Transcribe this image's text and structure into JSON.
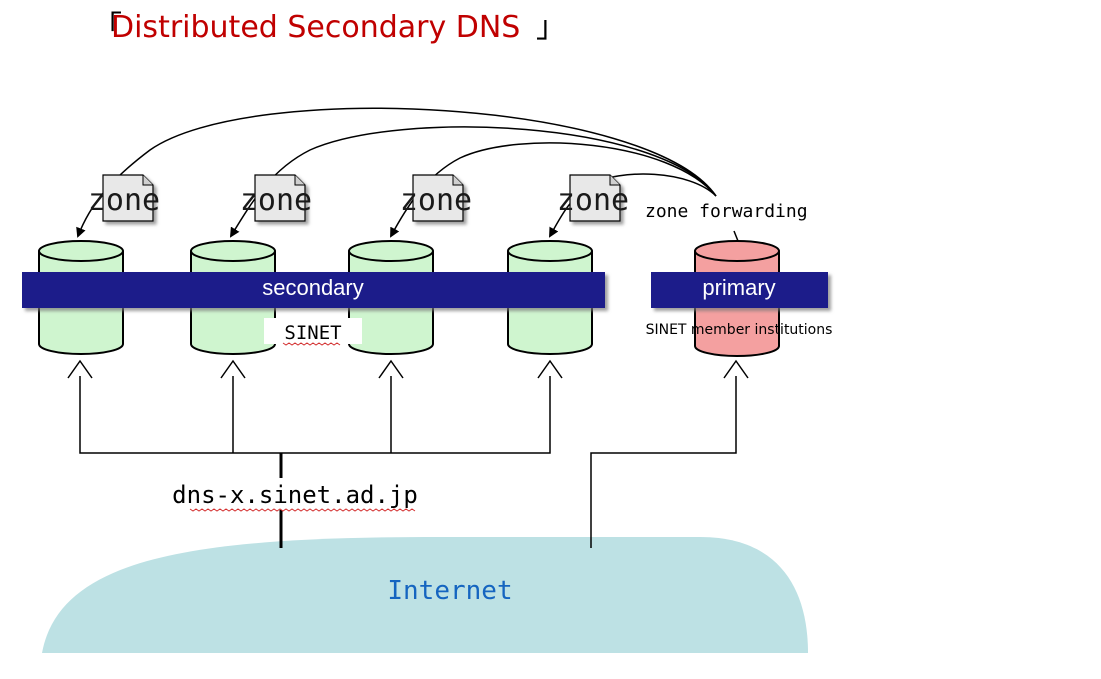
{
  "title": {
    "open_bracket": "「",
    "text": "Distributed Secondary DNS",
    "close_bracket": "」"
  },
  "colors": {
    "title": "#c00000",
    "band": "#1f1f8a",
    "secondary_server": "#cff5cf",
    "primary_server": "#f4a0a0",
    "internet_cloud": "#bde1e4",
    "internet_text": "#1565c0"
  },
  "secondary": {
    "band_label": "secondary",
    "network_label": "SINET",
    "server_count": 4
  },
  "primary": {
    "band_label": "primary",
    "owner_label": "SINET member institutions"
  },
  "zones": {
    "file_label": "zone",
    "icon": "document-icon",
    "count": 4
  },
  "forwarding": {
    "label": "zone forwarding"
  },
  "anycast": {
    "hostname": "dns-x.sinet.ad.jp"
  },
  "internet": {
    "label": "Internet"
  }
}
